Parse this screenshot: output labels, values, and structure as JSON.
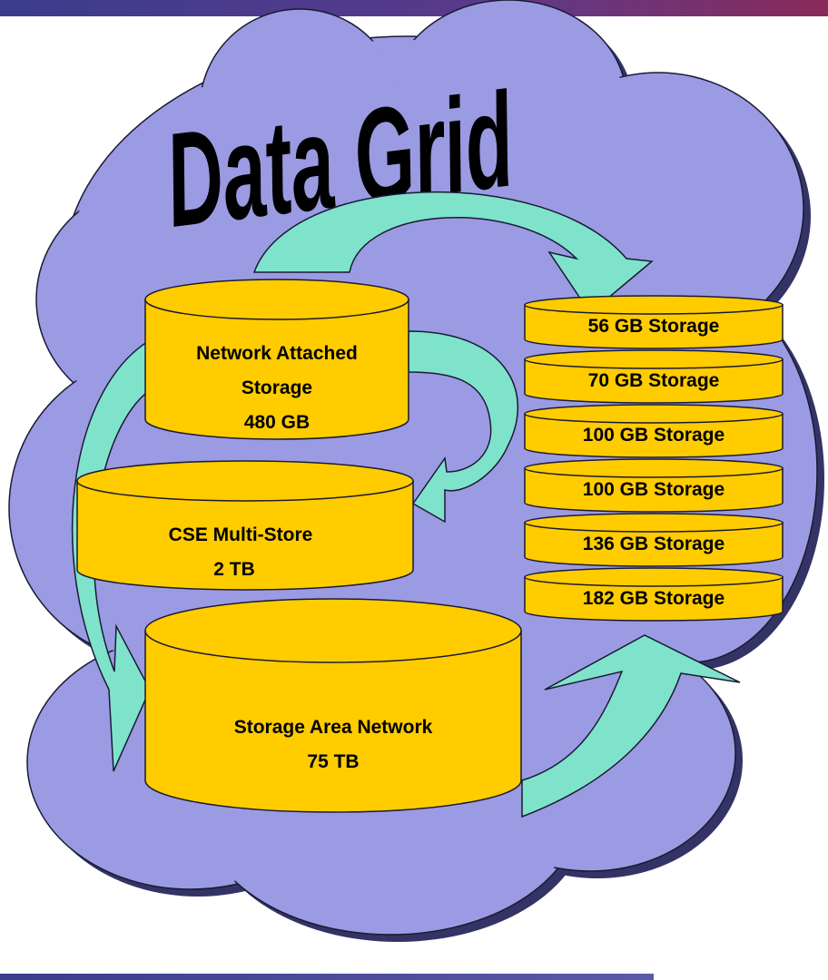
{
  "title": "Data Grid",
  "nas": {
    "line1": "Network Attached",
    "line2": "Storage",
    "size": "480 GB"
  },
  "cse": {
    "line1": "CSE Multi-Store",
    "size": "2 TB"
  },
  "san": {
    "line1": "Storage Area Network",
    "size": "75 TB"
  },
  "disks": [
    {
      "label": "56 GB Storage"
    },
    {
      "label": "70 GB Storage"
    },
    {
      "label": "100 GB Storage"
    },
    {
      "label": "100 GB Storage"
    },
    {
      "label": "136 GB Storage"
    },
    {
      "label": "182 GB Storage"
    }
  ],
  "colors": {
    "top_band": "#4b3a8a",
    "bottom_band": "#4b4a99",
    "cloud": "#9b9be3",
    "cloud_shadow": "#333366",
    "cylinder": "#ffcc00",
    "arrow": "#7fe3cc"
  }
}
